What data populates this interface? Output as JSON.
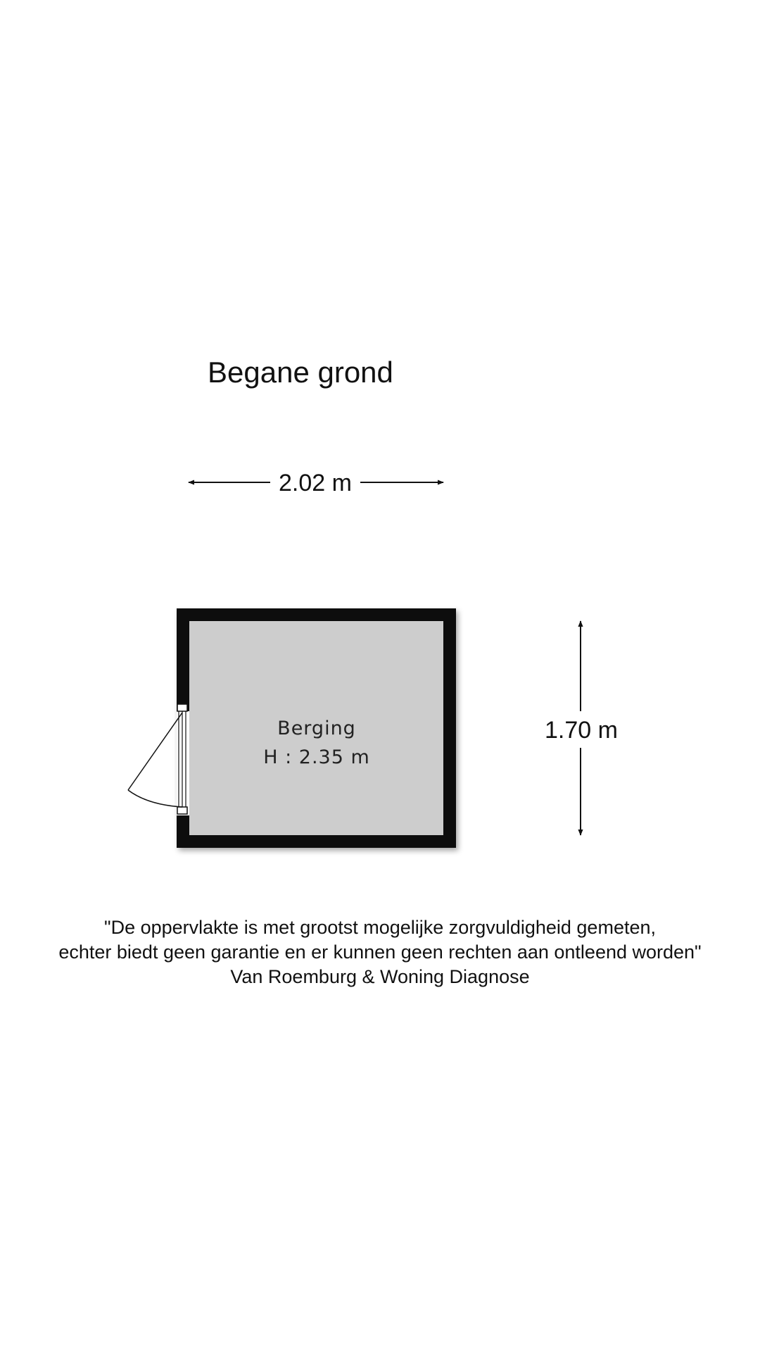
{
  "floor": {
    "title": "Begane grond"
  },
  "dimensions": {
    "width_label": "2.02 m",
    "height_label": "1.70 m"
  },
  "room": {
    "name": "Berging",
    "ceiling_height": "H : 2.35 m",
    "fill_color": "#cdcdcd",
    "wall_color": "#111111"
  },
  "disclaimer": {
    "line1": "\"De oppervlakte is met grootst mogelijke zorgvuldigheid gemeten,",
    "line2": "echter biedt geen garantie en er kunnen geen rechten aan ontleend worden\"",
    "line3": "Van Roemburg & Woning Diagnose"
  }
}
